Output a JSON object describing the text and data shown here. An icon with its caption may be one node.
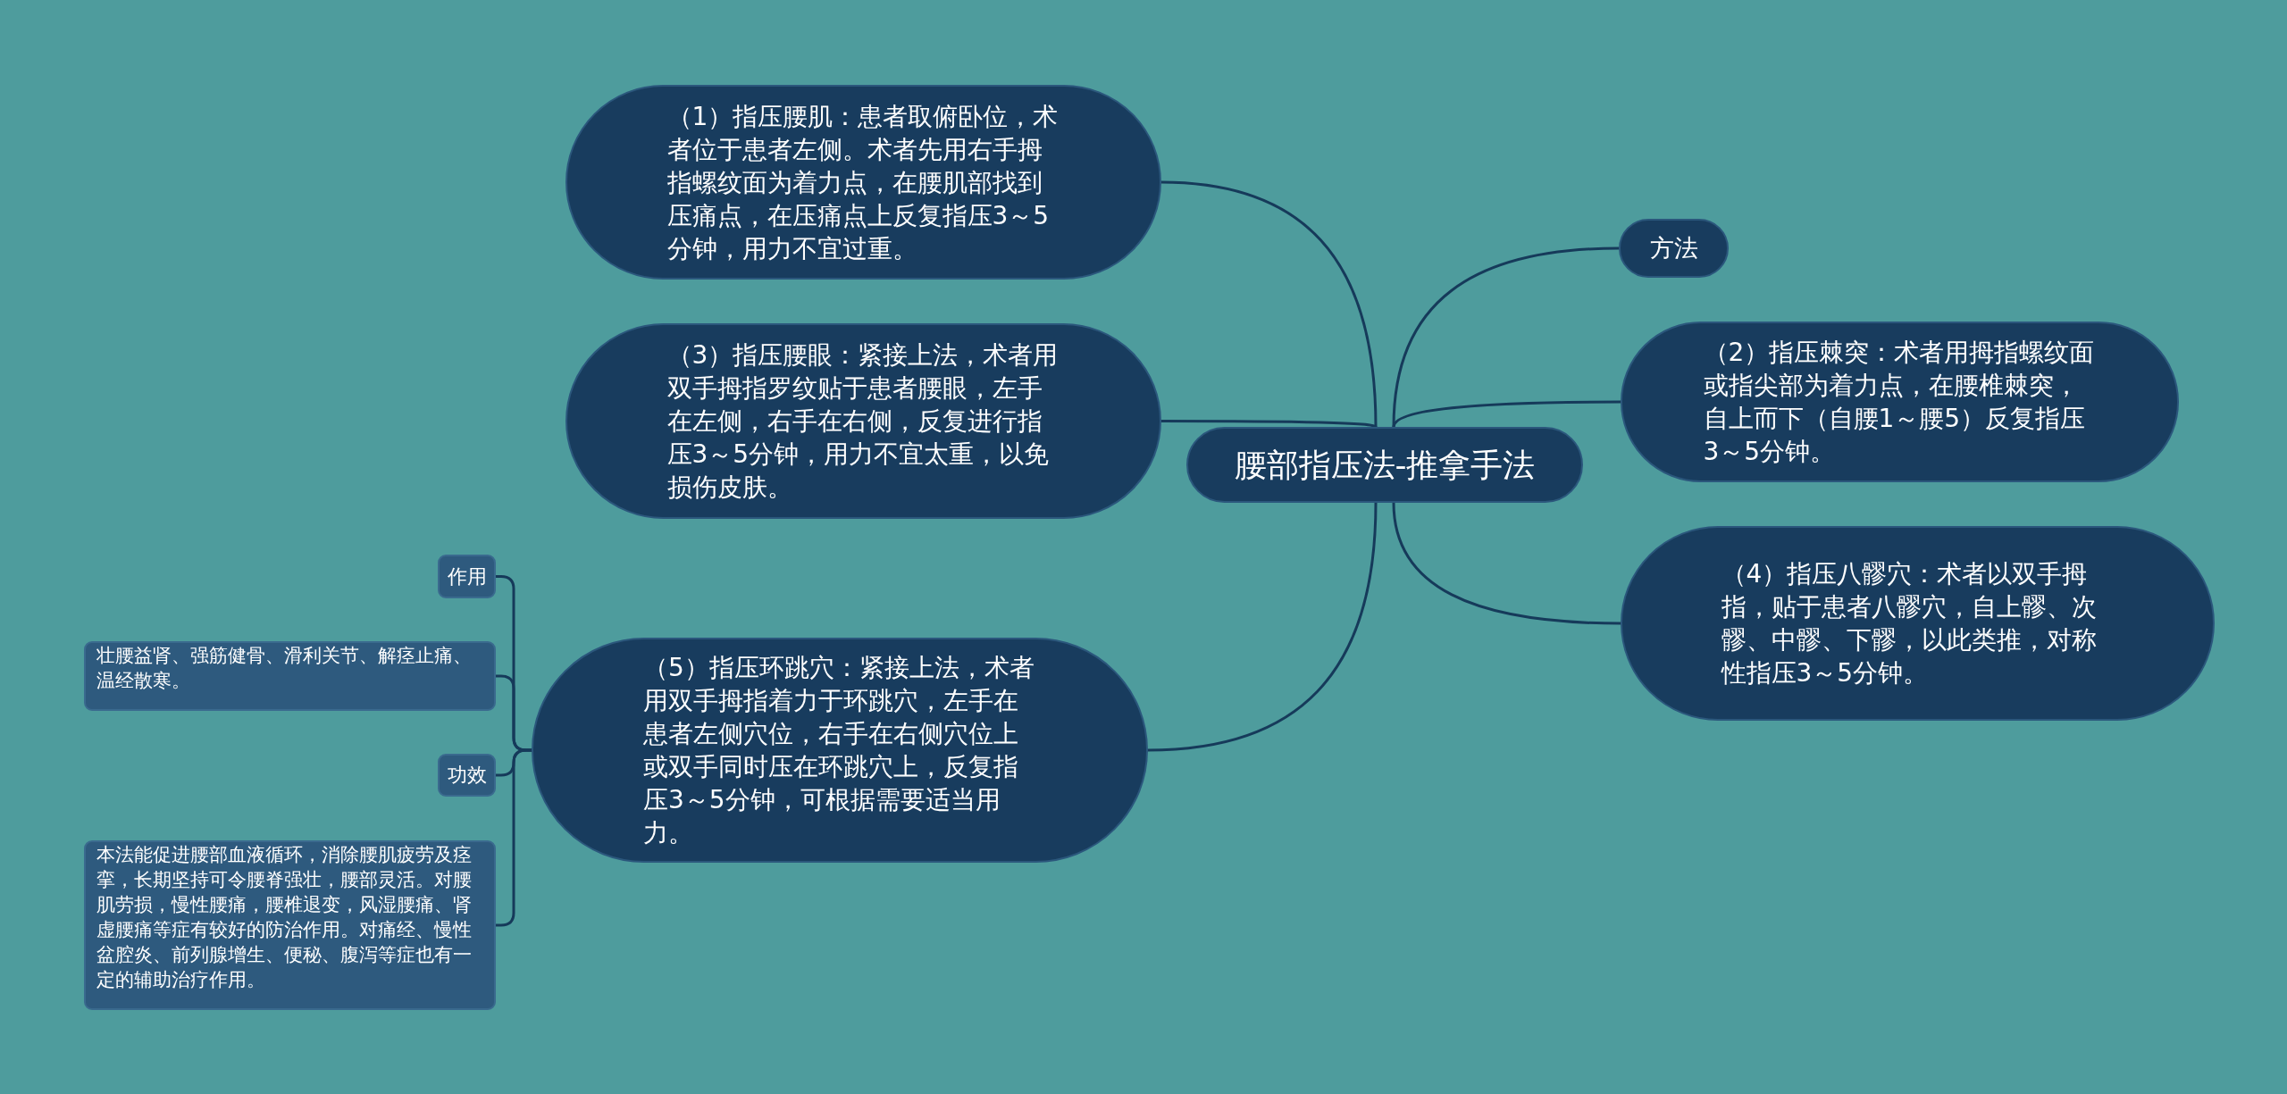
{
  "diagram": {
    "nodes": [
      {
        "text": [
          "腰部指压法-推拿手法"
        ]
      },
      {
        "text": [
          "方法"
        ]
      },
      {
        "text": [
          "（1）指压腰肌：患者取俯卧位，术者位于患者左侧。术者先用右手拇指螺纹面为着力点，在腰肌部找到压痛点，在压痛点上反复指压3～5分钟，用力不宜过重。"
        ]
      },
      {
        "text": [
          "（2）指压棘突：术者用拇指螺纹面或指尖部为着力点，在腰椎棘突，自上而下（自腰1～腰5）反复指压3～5分钟。"
        ]
      },
      {
        "text": [
          "（3）指压腰眼：紧接上法，术者用双手拇指罗纹贴于患者腰眼，左手在左侧，右手在右侧，反复进行指压3～5分钟，用力不宜太重，以免损伤皮肤。"
        ]
      },
      {
        "text": [
          "（4）指压八髎穴：术者以双手拇指，贴于患者八髎穴，自上髎、次髎、中髎、下髎，以此类推，对称性指压3～5分钟。"
        ]
      },
      {
        "text": [
          "（5）指压环跳穴：紧接上法，术者用双手拇指着力于环跳穴，左手在患者左侧穴位，右手在右侧穴位上或双手同时压在环跳穴上，反复指压3～5分钟，可根据需要适当用力。"
        ]
      },
      {
        "text": [
          "作用"
        ]
      },
      {
        "text": [
          "壮腰益肾、强筋健骨、滑利关节、解痉止痛、温经散寒。"
        ]
      },
      {
        "text": [
          "功效"
        ]
      },
      {
        "text": [
          "本法能促进腰部血液循环，消除腰肌疲劳及痉挛，长期坚持可令腰脊强壮，腰部灵活。对腰肌劳损，慢性腰痛，腰椎退变，风湿腰痛、肾虚腰痛等症有较好的防治作用。对痛经、慢性盆腔炎、前列腺增生、便秘、腹泻等症也有一定的辅助治疗作用。"
        ]
      }
    ],
    "edges": [
      {
        "from": 0,
        "to": 1,
        "arrow": "none"
      },
      {
        "from": 0,
        "to": 2,
        "arrow": "none"
      },
      {
        "from": 0,
        "to": 3,
        "arrow": "none"
      },
      {
        "from": 0,
        "to": 4,
        "arrow": "none"
      },
      {
        "from": 0,
        "to": 5,
        "arrow": "none"
      },
      {
        "from": 0,
        "to": 6,
        "arrow": "none"
      },
      {
        "from": 6,
        "to": 7,
        "arrow": "none"
      },
      {
        "from": 6,
        "to": 8,
        "arrow": "none"
      },
      {
        "from": 6,
        "to": 9,
        "arrow": "none"
      },
      {
        "from": 6,
        "to": 10,
        "arrow": "none"
      }
    ]
  }
}
